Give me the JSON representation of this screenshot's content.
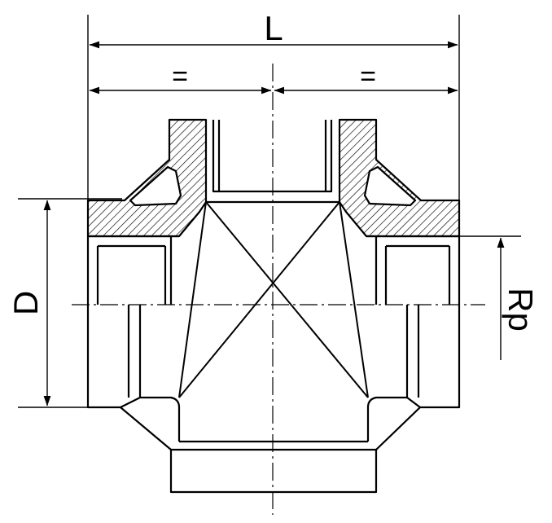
{
  "drawing": {
    "labels": {
      "overall_length": "L",
      "half_left": "=",
      "half_right": "=",
      "diameter": "D",
      "thread": "Rp"
    },
    "colors": {
      "line": "#000000",
      "background": "#ffffff"
    }
  }
}
